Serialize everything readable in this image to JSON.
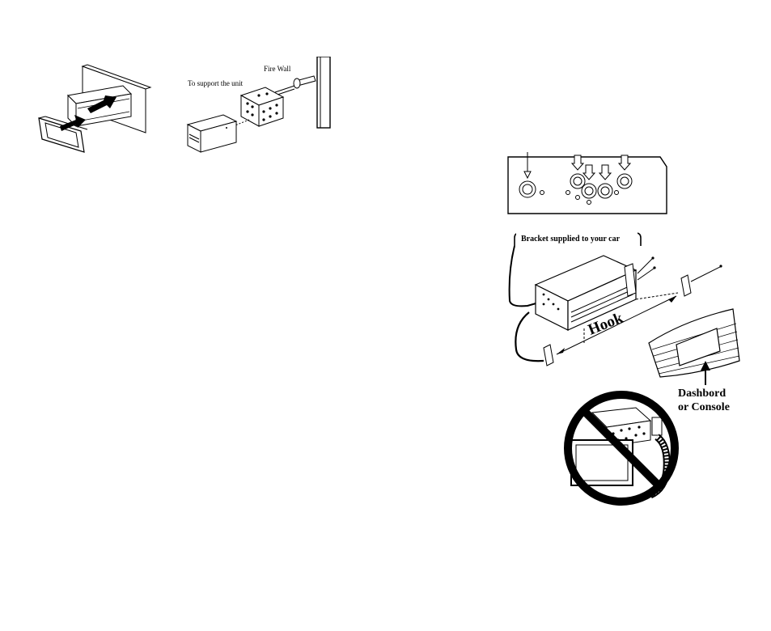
{
  "figure_top_left": {
    "label_firewall": "Fire Wall",
    "label_support": "To support the unit"
  },
  "figure_right": {
    "label_bracket": "Bracket supplied to your car",
    "label_hook": "Hook",
    "label_dashboard_line1": "Dashbord",
    "label_dashboard_line2": "or Console"
  },
  "colors": {
    "ink": "#000000",
    "prohibit": "#000000",
    "fill_gray": "#f4f4f4"
  }
}
